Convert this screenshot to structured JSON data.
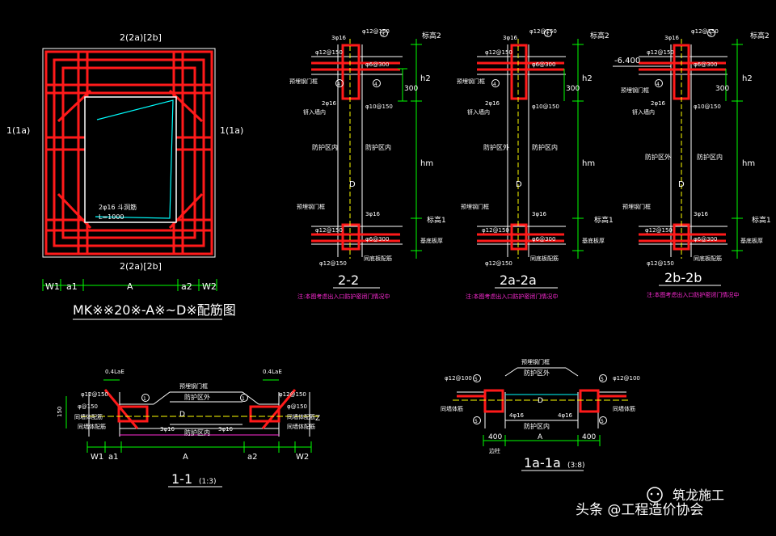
{
  "panel_top_left": {
    "top_label": "2(2a)[2b]",
    "bottom_label": "2(2a)[2b]",
    "left_label": "1(1a)",
    "right_label": "1(1a)",
    "note_line1": "2φ16 斗洞筋",
    "note_line2": "L=1000",
    "dims": [
      "W1",
      "a1",
      "A",
      "a2",
      "W2"
    ],
    "title": "MK※※20※-A※~D※配筋图"
  },
  "section_22": {
    "labels": {
      "rebar_top": "φ12@150",
      "bar_count_top": "3φ16",
      "ring1": "3",
      "ring2": "4",
      "ring3": "4",
      "stirrup1": "φ12@150",
      "stirrup2": "φ6@300",
      "embed_frame": "预埋钢门框",
      "anchor": "钘入墙内",
      "lower_bars": "2φ16",
      "mid_stirrup": "φ10@150",
      "zone_a": "防护区内",
      "zone_b": "防护区内",
      "d": "D",
      "embed_frame2": "预埋钢门框",
      "bottom_bars": "3φ16",
      "bottom_stirrup1": "φ12@150",
      "bottom_stirrup2": "φ6@300",
      "bottom_stirrup3": "φ12@150",
      "floor": "同底板配筋",
      "level_top": "标高2",
      "level_bottom": "标高1",
      "h2": "h2",
      "h300": "300",
      "hm": "hm",
      "base": "基底板厚"
    },
    "title": "2-2",
    "note": "注:本图考虑出入口防护密闭门情况中"
  },
  "section_2a": {
    "labels": {
      "rebar_top": "φ12@150",
      "bar_count_top": "3φ16",
      "ring1": "3",
      "ring2": "4",
      "stirrup1": "φ12@150",
      "stirrup2": "φ6@300",
      "embed_frame": "预埋钢门框",
      "anchor": "钘入墙内",
      "lower_bars": "2φ16",
      "mid_stirrup": "φ10@150",
      "zone_a": "防护区外",
      "zone_b": "防护区内",
      "d": "D",
      "embed_frame2": "预埋钢门框",
      "bottom_bars": "3φ16",
      "bottom_stirrup1": "φ12@150",
      "bottom_stirrup2": "φ6@300",
      "bottom_stirrup3": "φ12@150",
      "floor": "同底板配筋",
      "level_top": "标高2",
      "level_bottom": "标高1",
      "h2": "h2",
      "h300": "300",
      "hm": "hm",
      "base": "基底板厚"
    },
    "title": "2a-2a",
    "note": "注:本图考虑出入口防护密闭门情况中"
  },
  "section_2b": {
    "labels": {
      "rebar_top": "φ12@150",
      "elev": "-6.400",
      "bar_count_top": "3φ16",
      "ring1": "3",
      "ring2": "4",
      "stirrup1": "φ12@150",
      "stirrup2": "φ6@300",
      "embed_frame": "预埋钢门框",
      "anchor": "钘入墙内",
      "lower_bars": "2φ16",
      "mid_stirrup": "φ10@150",
      "zone_a": "防护区外",
      "zone_b": "防护区内",
      "d": "D",
      "embed_frame2": "预埋钢门框",
      "bottom_bars": "3φ16",
      "bottom_stirrup1": "φ12@150",
      "bottom_stirrup2": "φ6@300",
      "bottom_stirrup3": "φ12@150",
      "floor": "同底板配筋",
      "level_top": "标高2",
      "level_bottom": "标高1",
      "h2": "h2",
      "h300": "300",
      "hm": "hm",
      "base": "基底板厚"
    },
    "title": "2b-2b",
    "note": "注:本图考虑出入口防护密闭门情况中"
  },
  "section_11": {
    "labels": {
      "lae_left": "0.4LaE",
      "lae_right": "0.4LaE",
      "bars_left": "φ12@150",
      "bars_right": "φ12@150",
      "stir_left": "φ@150",
      "stir_right": "φ@150",
      "wall_left": "同墙体配筋",
      "wall_left2": "同墙体配筋",
      "wall_right": "同墙体配筋",
      "wall_right2": "同墙体配筋",
      "frame": "预埋钢门框",
      "zone_out": "防护区外",
      "zone_in": "防护区内",
      "bars_3l": "3φ16",
      "bars_3r": "3φ16",
      "d": "D",
      "ring_l": "1",
      "ring_r": "1",
      "height": "150",
      "dims": [
        "W1",
        "a1",
        "A",
        "a2",
        "W2"
      ],
      "z": "Z"
    },
    "title": "1-1",
    "scale": "(1:3)"
  },
  "section_1a": {
    "labels": {
      "bars_left": "φ12@100",
      "bars_right": "φ12@100",
      "ring_l_top": "5",
      "ring_r_top": "5",
      "ring_l_bot": "5",
      "ring_r_bot": "5",
      "frame": "预埋钢门框",
      "zone_out": "防护区外",
      "zone_in": "防护区内",
      "wall_left": "同墙体筋",
      "wall_right": "同墙体筋",
      "d": "D",
      "bars_mid_l": "4φ16",
      "bars_mid_r": "4φ16",
      "dim_left": "400",
      "dim_a": "A",
      "dim_right": "400",
      "edge": "边柱"
    },
    "title": "1a-1a",
    "scale": "(3:8)"
  },
  "watermark": {
    "source": "头条 @工程造价协会",
    "brand": "筑龙施工"
  },
  "colors": {
    "background": "#000000",
    "rebar": "#ff1a1a",
    "dimension": "#00ff00",
    "outline": "#ffffff",
    "note": "#ff2bd6",
    "cyan": "#00ffff",
    "yellow": "#ffff00"
  }
}
